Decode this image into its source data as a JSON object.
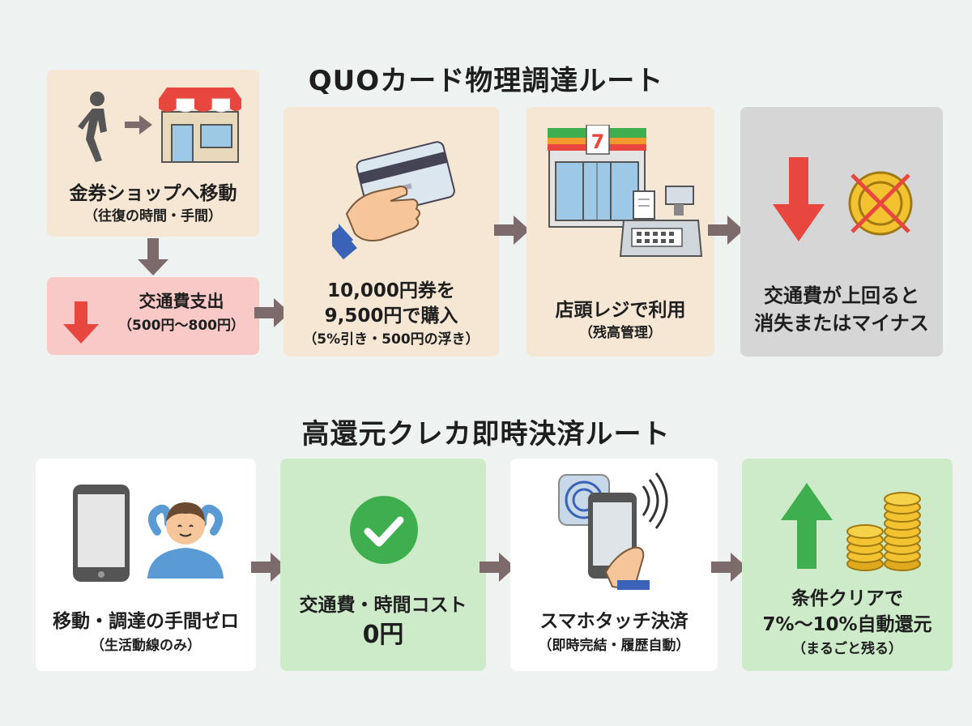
{
  "route1": {
    "title": "QUOカード物理調達ルート",
    "step1": {
      "line1": "金券ショップへ移動",
      "line2": "（往復の時間・手間）"
    },
    "cost": {
      "line1": "交通費支出",
      "line2": "（500円〜800円）"
    },
    "step2": {
      "line1": "10,000円券を",
      "line2": "9,500円で購入",
      "line3": "（5%引き・500円の浮き）"
    },
    "step3": {
      "line1": "店頭レジで利用",
      "line2": "（残高管理）"
    },
    "step4": {
      "line1": "交通費が上回ると",
      "line2": "消失またはマイナス"
    }
  },
  "route2": {
    "title": "高還元クレカ即時決済ルート",
    "step1": {
      "line1": "移動・調達の手間ゼロ",
      "line2": "（生活動線のみ）"
    },
    "step2": {
      "line1": "交通費・時間コスト",
      "line2": "0円"
    },
    "step3": {
      "line1": "スマホタッチ決済",
      "line2": "（即時完結・履歴自動）"
    },
    "step4": {
      "line1": "条件クリアで",
      "line2": "7%〜10%自動還元",
      "line3": "（まるごと残る）"
    }
  },
  "colors": {
    "arrow": "#7d6a6a",
    "red": "#e8473f",
    "green": "#3fae4f",
    "peach": "#f5e7d4",
    "pink": "#f8c9c6",
    "gray": "#d6d6d6"
  },
  "icons": [
    "walking-person-icon",
    "store-icon",
    "down-arrow-red-icon",
    "credit-card-hand-icon",
    "convenience-store-icon",
    "cash-register-icon",
    "cancelled-coin-icon",
    "smartphone-icon",
    "relaxed-person-icon",
    "checkmark-circle-icon",
    "tap-payment-icon",
    "up-arrow-green-icon",
    "coin-stack-icon"
  ]
}
